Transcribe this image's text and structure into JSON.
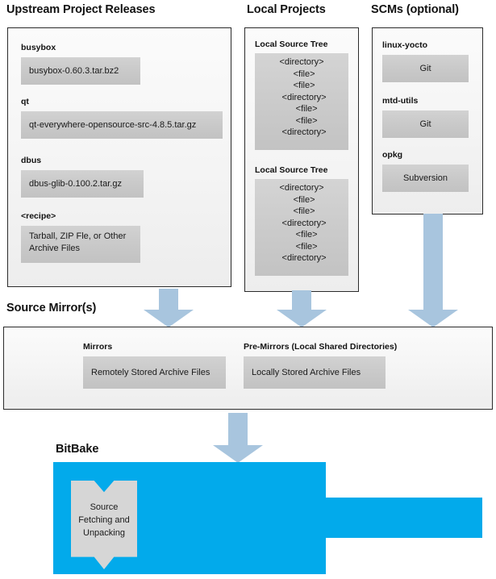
{
  "diagram": {
    "title": "BitBake Source Fetching and Unpacking",
    "colors": {
      "arrow": "#a8c5de",
      "bitbake_blue": "#02aaeb",
      "chip_gray": "#cacaca",
      "panel_border": "#2b2b2b"
    }
  },
  "columns": {
    "upstream": {
      "heading": "Upstream Project Releases",
      "entries": [
        {
          "label": "busybox",
          "value": "busybox-0.60.3.tar.bz2"
        },
        {
          "label": "qt",
          "value": "qt-everywhere-opensource-src-4.8.5.tar.gz"
        },
        {
          "label": "dbus",
          "value": "dbus-glib-0.100.2.tar.gz"
        },
        {
          "label": "<recipe>",
          "value_line1": "Tarball, ZIP Fle, or",
          "value_line2": "Other Archive Files"
        }
      ]
    },
    "local_projects": {
      "heading": "Local Projects",
      "entries": [
        {
          "label": "Local Source Tree",
          "tree": [
            "<directory>",
            "  <file>",
            "  <file>",
            "  <directory>",
            "    <file>",
            "    <file>",
            "  <directory>"
          ]
        },
        {
          "label": "Local Source Tree",
          "tree": [
            "<directory>",
            "  <file>",
            "  <file>",
            "  <directory>",
            "    <file>",
            "    <file>",
            "  <directory>"
          ]
        }
      ]
    },
    "scms": {
      "heading": "SCMs (optional)",
      "entries": [
        {
          "label": "linux-yocto",
          "value": "Git"
        },
        {
          "label": "mtd-utils",
          "value": "Git"
        },
        {
          "label": "opkg",
          "value": "Subversion"
        }
      ]
    }
  },
  "source_mirrors": {
    "heading": "Source Mirror(s)",
    "groups": [
      {
        "label": "Mirrors",
        "value": "Remotely Stored Archive Files"
      },
      {
        "label": "Pre-Mirrors (Local Shared Directories)",
        "value": "Locally Stored Archive Files"
      }
    ]
  },
  "bitbake": {
    "heading": "BitBake",
    "task": {
      "line1": "Source",
      "line2": "Fetching and",
      "line3": "Unpacking"
    }
  },
  "arrows": [
    {
      "name": "upstream-to-mirrors"
    },
    {
      "name": "local-projects-to-mirrors"
    },
    {
      "name": "scms-to-mirrors"
    },
    {
      "name": "mirrors-to-bitbake"
    }
  ]
}
